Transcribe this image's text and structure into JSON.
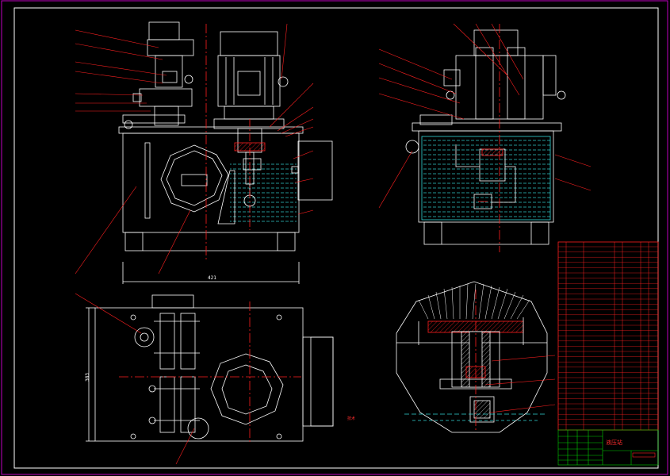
{
  "drawing": {
    "dimensions": {
      "overall_width": "421",
      "overall_depth": "383"
    },
    "notes": {
      "heading": "技术"
    },
    "title_block": {
      "name": "液压站"
    },
    "colors": {
      "background": "#000000",
      "outline": "#ffffff",
      "leader": "#ff2020",
      "center_line": "#ff2020",
      "section_hatch": "#ffffff",
      "oil_fill": "#33d6d6",
      "bom_text": "#ff2020",
      "title_grid": "#00d000",
      "sheet_border": "#c000c0"
    },
    "icons": {
      "motor": "electric-motor-icon",
      "tank": "oil-tank-icon",
      "filter": "octagon-filter-icon",
      "valve": "solenoid-valve-icon"
    }
  }
}
